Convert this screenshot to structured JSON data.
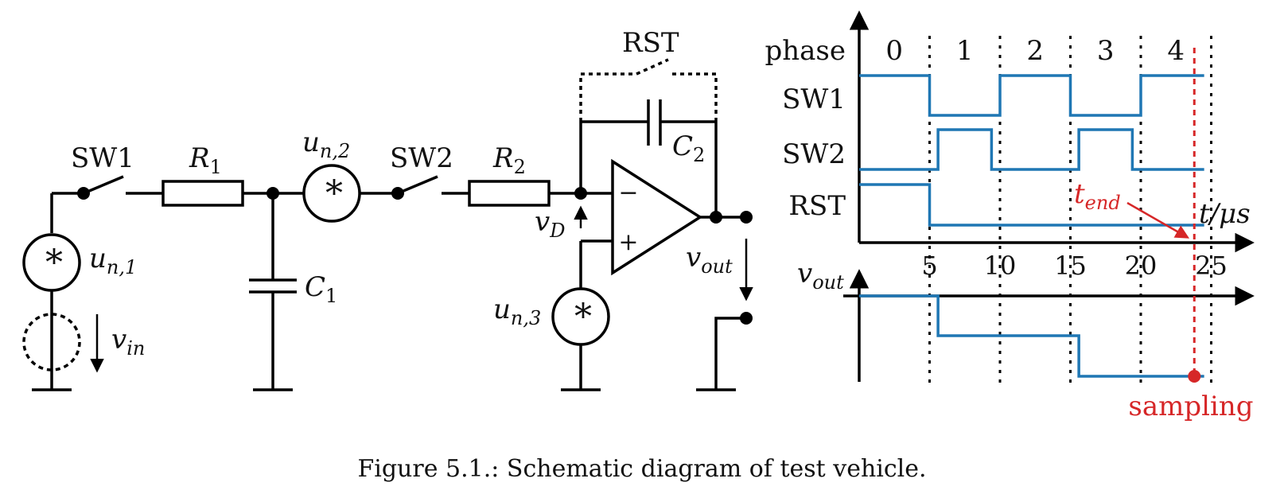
{
  "caption": "Figure 5.1.: Schematic diagram of test vehicle.",
  "schematic": {
    "sw1": "SW1",
    "sw2": "SW2",
    "rst": "RST",
    "r1": {
      "main": "R",
      "sub": "1"
    },
    "r2": {
      "main": "R",
      "sub": "2"
    },
    "c1": {
      "main": "C",
      "sub": "1"
    },
    "c2": {
      "main": "C",
      "sub": "2"
    },
    "un1": {
      "main": "u",
      "sub": "n,1"
    },
    "un2": {
      "main": "u",
      "sub": "n,2"
    },
    "un3": {
      "main": "u",
      "sub": "n,3"
    },
    "noise_symbol": "*",
    "vin": {
      "main": "v",
      "sub": "in"
    },
    "vd": {
      "main": "v",
      "sub": "D"
    },
    "vout": {
      "main": "v",
      "sub": "out"
    },
    "opamp_minus": "−",
    "opamp_plus": "+"
  },
  "timing": {
    "phase_title": "phase",
    "phases": [
      "0",
      "1",
      "2",
      "3",
      "4"
    ],
    "signal_labels": [
      "SW1",
      "SW2",
      "RST"
    ],
    "time_axis_label": "t/μs",
    "time_ticks": [
      "5",
      "10",
      "15",
      "20",
      "25"
    ],
    "vout_label": {
      "main": "v",
      "sub": "out"
    },
    "t_end_label": {
      "main": "t",
      "sub": "end"
    },
    "sampling_label": "sampling"
  },
  "colors": {
    "wire": "#000000",
    "signal": "#1f77b4",
    "marker": "#d62728"
  }
}
